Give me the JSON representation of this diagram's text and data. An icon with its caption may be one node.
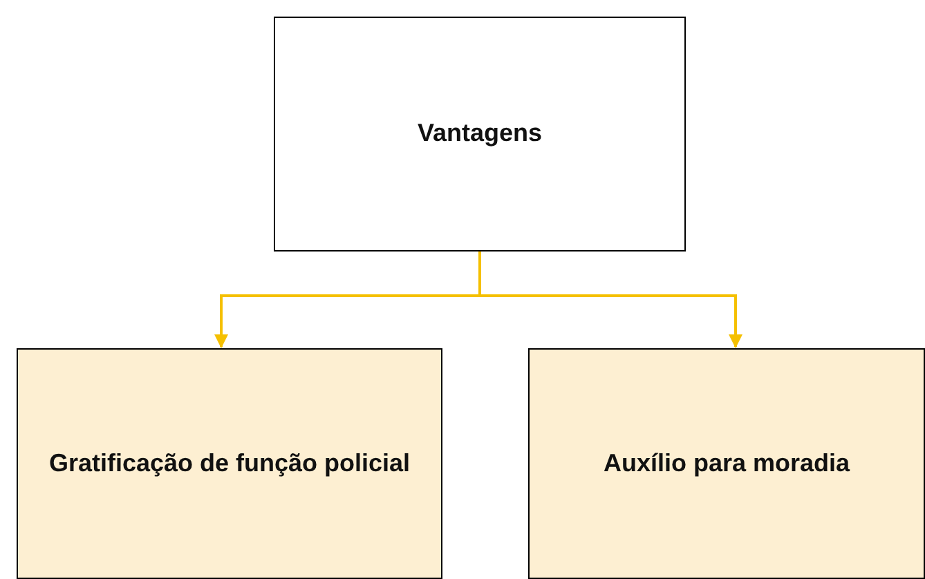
{
  "diagram": {
    "nodes": [
      {
        "text": [
          "Vantagens"
        ]
      },
      {
        "text": [
          "Gratificação de função policial"
        ]
      },
      {
        "text": [
          "Auxílio para moradia"
        ]
      }
    ],
    "edges": [
      {
        "from": 0,
        "to": 1,
        "arrow": "to"
      },
      {
        "from": 0,
        "to": 2,
        "arrow": "to"
      }
    ]
  }
}
